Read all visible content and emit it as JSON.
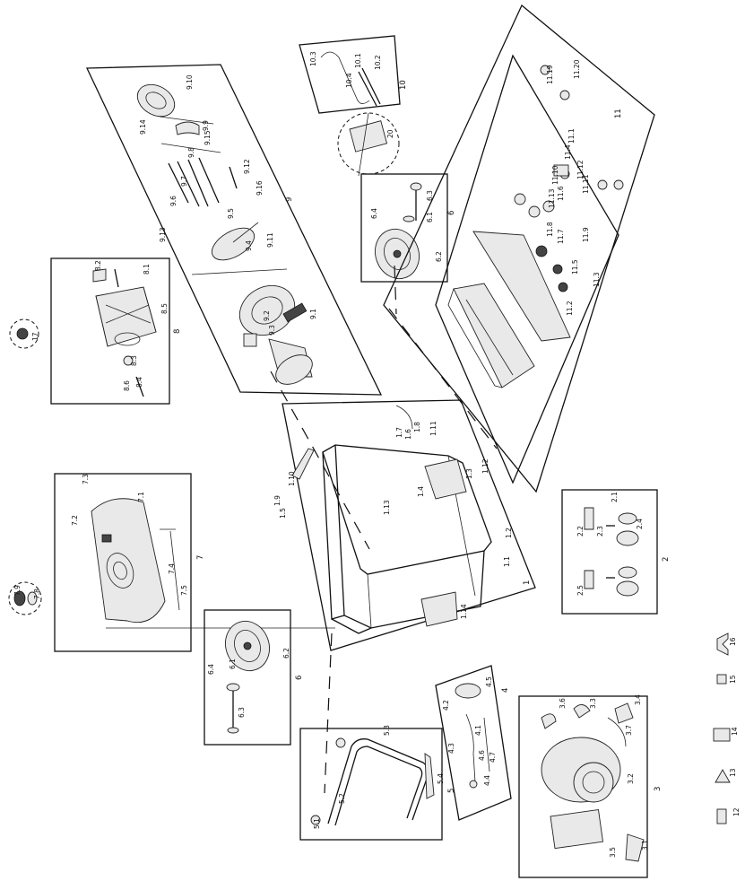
{
  "groups": {
    "g1": {
      "label": "1",
      "parts": [
        "1.1",
        "1.2",
        "1.3",
        "1.4",
        "1.5",
        "1.6",
        "1.7",
        "1.8",
        "1.9",
        "1.10",
        "1.11",
        "1.12",
        "1.13",
        "1.14"
      ]
    },
    "g2": {
      "label": "2",
      "parts": [
        "2.1",
        "2.2",
        "2.3",
        "2.4",
        "2.5"
      ]
    },
    "g3": {
      "label": "3",
      "parts": [
        "3.1",
        "3.2",
        "3.3",
        "3.4",
        "3.5",
        "3.6",
        "3.7"
      ]
    },
    "g4": {
      "label": "4",
      "parts": [
        "4.1",
        "4.2",
        "4.3",
        "4.4",
        "4.5",
        "4.6",
        "4.7"
      ]
    },
    "g5": {
      "label": "5",
      "parts": [
        "5.1",
        "5.2",
        "5.3",
        "5.4"
      ]
    },
    "g6": {
      "label": "6",
      "parts": [
        "6.1",
        "6.2",
        "6.3",
        "6.4"
      ]
    },
    "g7": {
      "label": "7",
      "parts": [
        "7.1",
        "7.2",
        "7.3",
        "7.4",
        "7.5",
        "7.8",
        "7.9"
      ]
    },
    "g8": {
      "label": "8",
      "parts": [
        "8.1",
        "8.2",
        "8.3",
        "8.4",
        "8.5",
        "8.6",
        "17"
      ]
    },
    "g9": {
      "label": "9",
      "parts": [
        "9.1",
        "9.2",
        "9.3",
        "9.4",
        "9.5",
        "9.6",
        "9.7",
        "9.8",
        "9.9",
        "9.10",
        "9.11",
        "9.12",
        "9.13",
        "9.14",
        "9.15",
        "9.16"
      ]
    },
    "g10": {
      "label": "10",
      "parts": [
        "10.1",
        "10.2",
        "10.3",
        "10.4",
        "20"
      ]
    },
    "g11": {
      "label": "11",
      "parts": [
        "11.1",
        "11.2",
        "11.3",
        "11.4",
        "11.5",
        "11.6",
        "11.7",
        "11.8",
        "11.9",
        "11.10",
        "11.11",
        "11.12",
        "11.13",
        "11.19",
        "11.20"
      ]
    },
    "g6b": {
      "label": "6",
      "parts": [
        "6.1",
        "6.2",
        "6.3",
        "6.4"
      ]
    },
    "loose": {
      "parts": [
        "12",
        "13",
        "14",
        "15",
        "16"
      ]
    }
  }
}
